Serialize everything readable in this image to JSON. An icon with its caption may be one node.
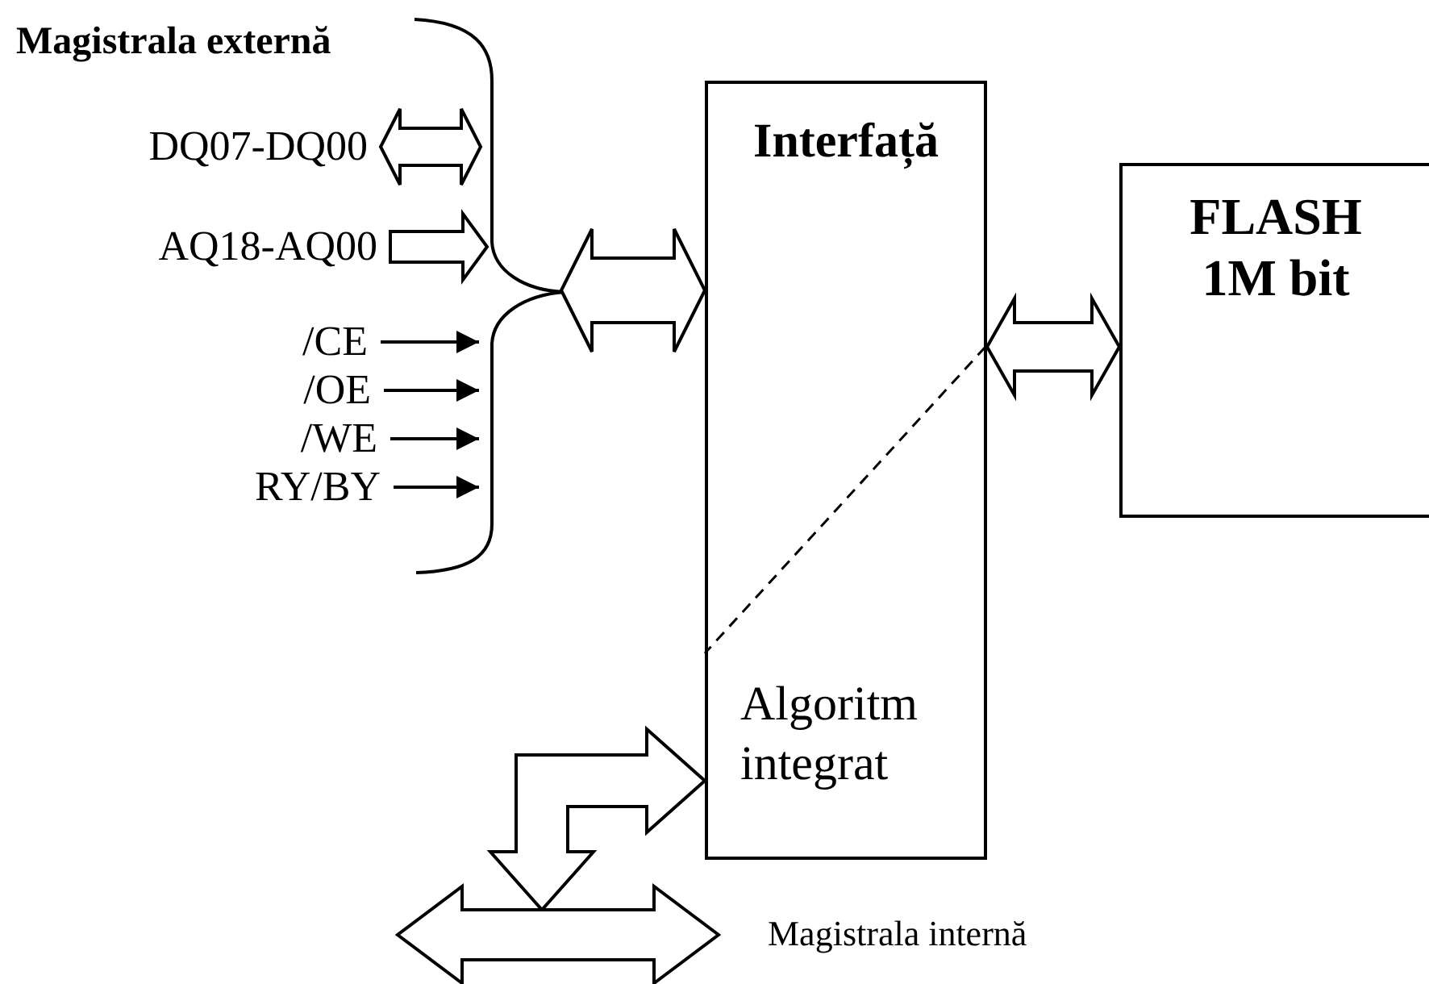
{
  "diagram": {
    "nodes": [
      {
        "text": [
          "Interfață",
          "Algoritm integrat"
        ]
      },
      {
        "text": [
          "FLASH 1M bit"
        ]
      },
      {
        "text": [
          "DQ07-DQ00"
        ]
      },
      {
        "text": [
          "AQ18-AQ00"
        ]
      },
      {
        "text": [
          "/CE"
        ]
      },
      {
        "text": [
          "/OE"
        ]
      },
      {
        "text": [
          "/WE"
        ]
      },
      {
        "text": [
          "RY/BY"
        ]
      },
      {
        "text": [],
        "shape": "arrow",
        "beside": [
          "Magistrala internă"
        ]
      }
    ],
    "edges": [
      {
        "from": null,
        "to": 0,
        "arrow": "both"
      },
      {
        "from": 0,
        "to": 1,
        "arrow": "both"
      },
      {
        "from": 2,
        "to": null,
        "arrow": "both"
      },
      {
        "from": 3,
        "to": null,
        "arrow": "to"
      },
      {
        "from": 4,
        "to": null,
        "arrow": "to"
      },
      {
        "from": 5,
        "to": null,
        "arrow": "to"
      },
      {
        "from": 6,
        "to": null,
        "arrow": "to"
      },
      {
        "from": 7,
        "to": null,
        "arrow": "to"
      },
      {
        "from": 0,
        "to": 8,
        "arrow": "both"
      }
    ],
    "labels": [
      "Magistrala externă"
    ]
  }
}
